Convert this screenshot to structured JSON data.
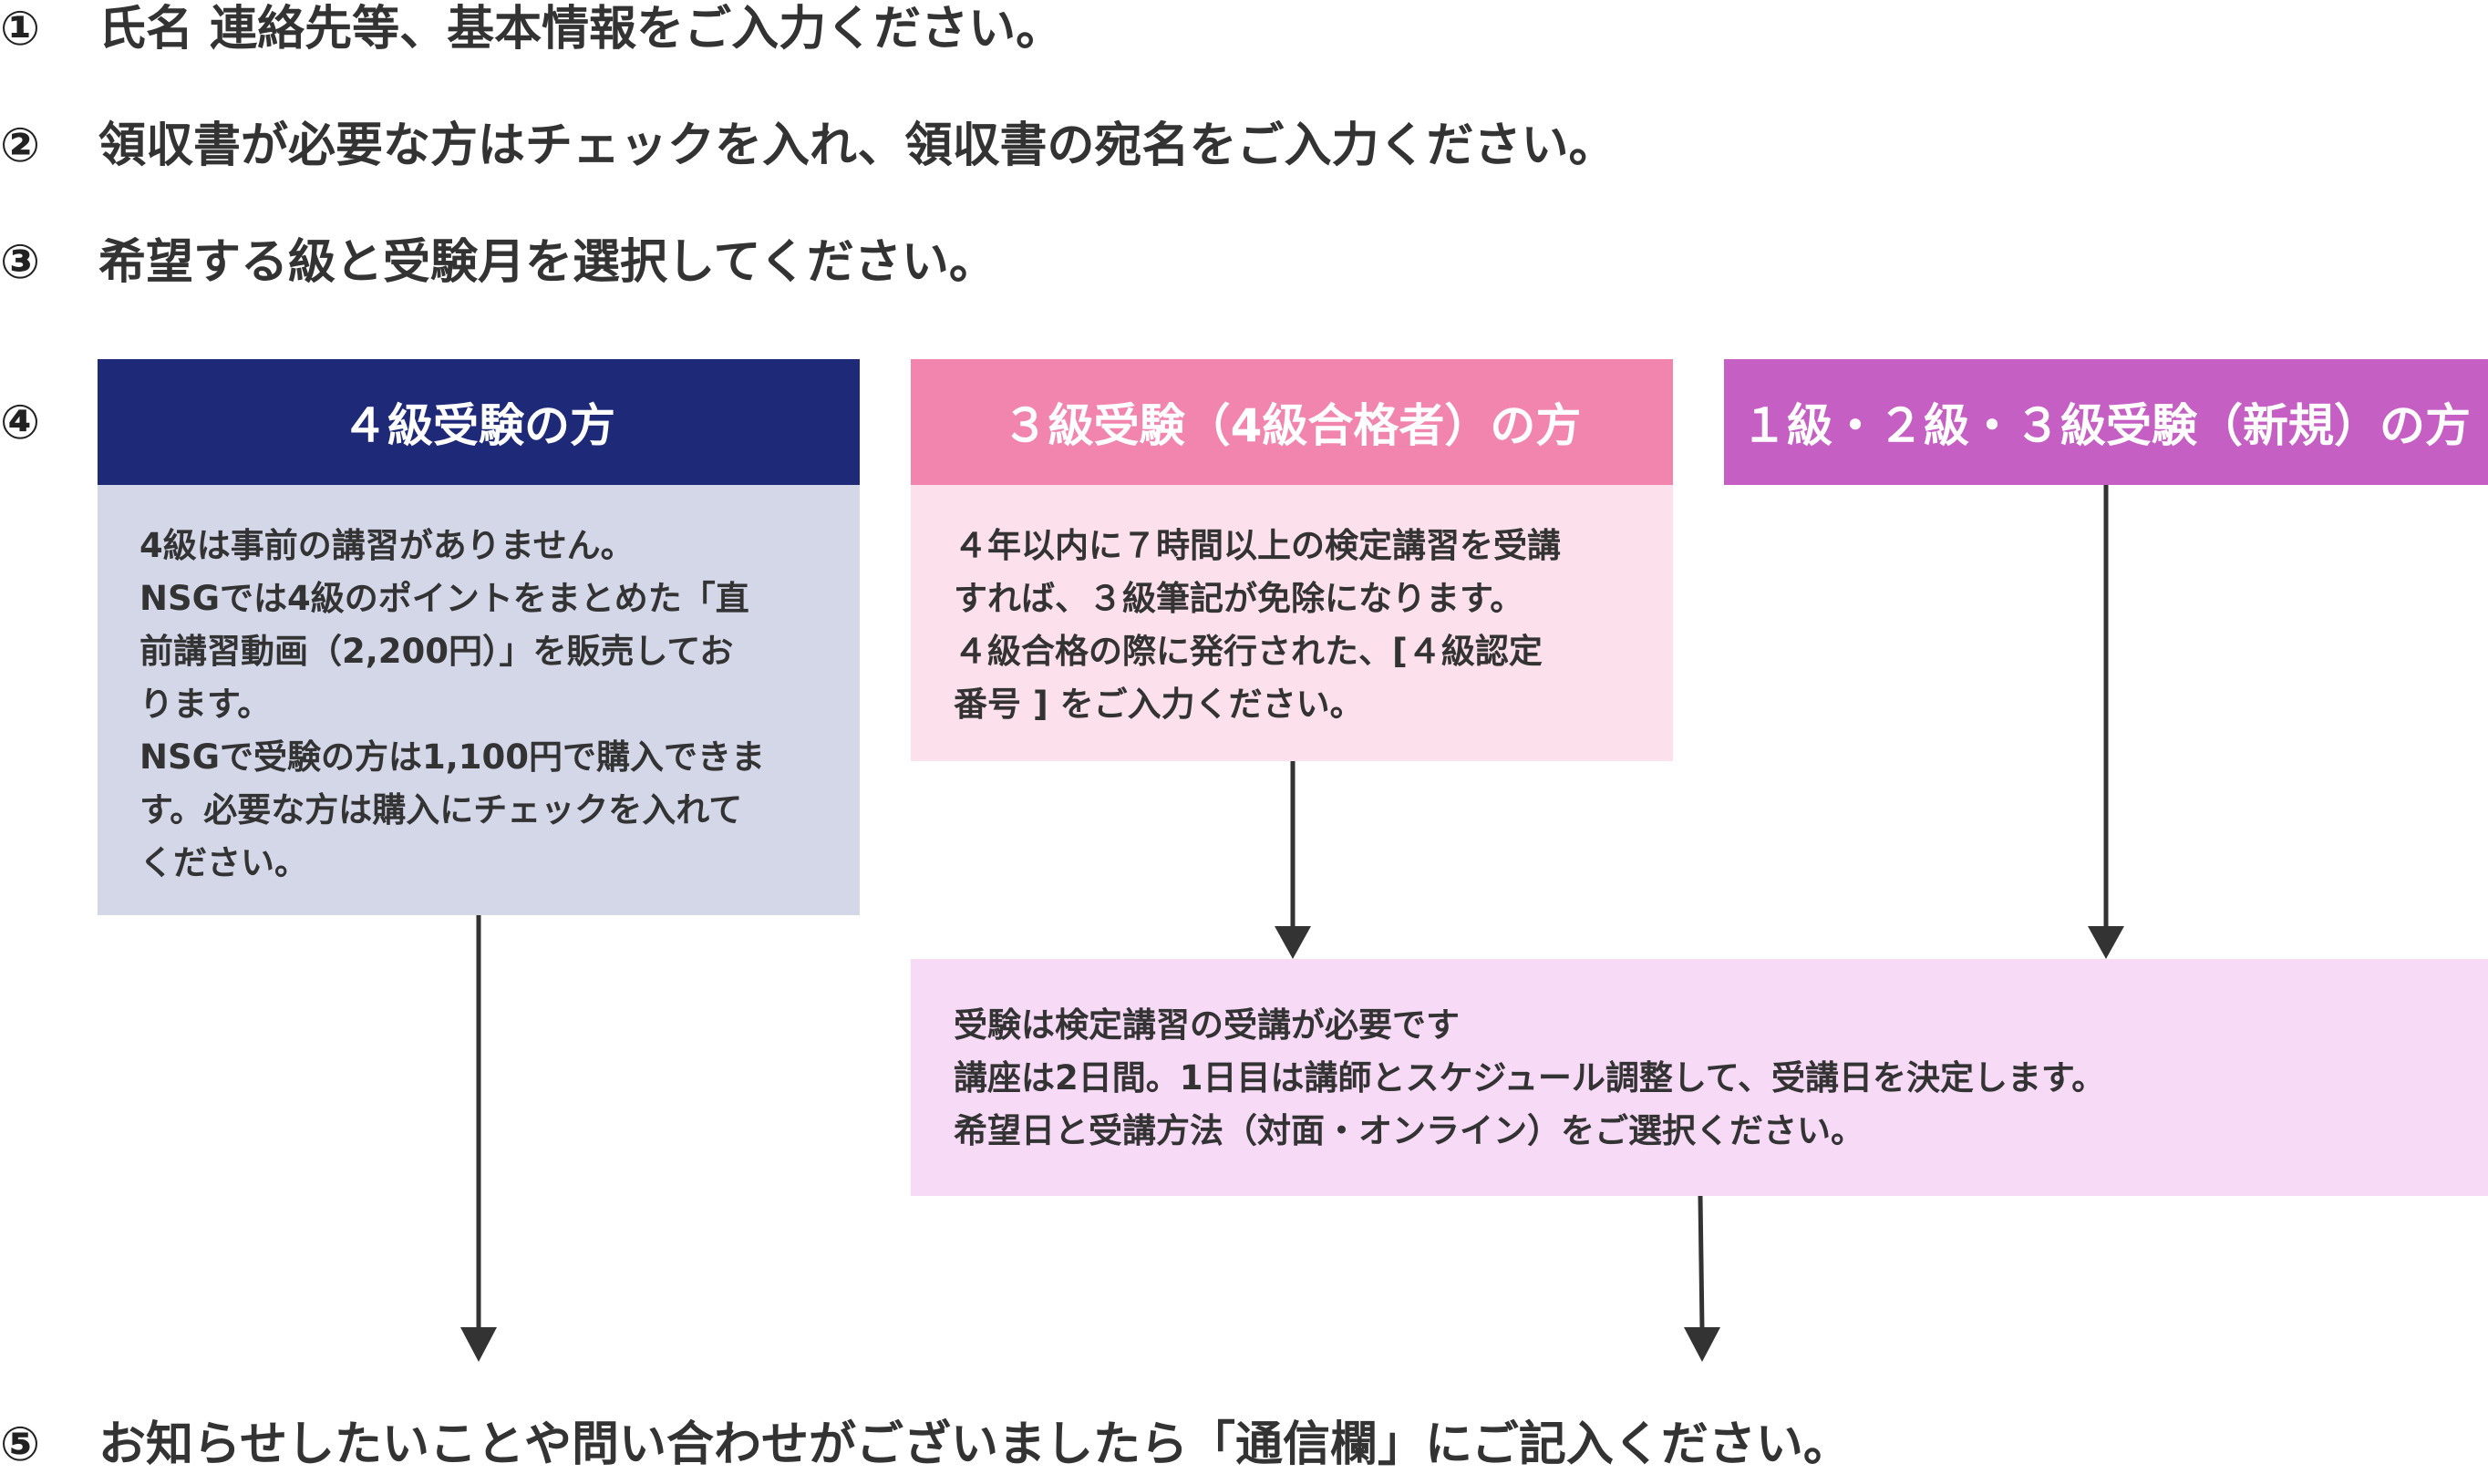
{
  "steps": [
    {
      "num": "①",
      "text": "氏名 連絡先等、基本情報をご入力ください。"
    },
    {
      "num": "②",
      "text": "領収書が必要な方はチェックを入れ、領収書の宛名をご入力ください。"
    },
    {
      "num": "③",
      "text": "希望する級と受験月を選択してください。"
    },
    {
      "num": "④"
    },
    {
      "num": "⑤",
      "text": "お知らせしたいことや問い合わせがございましたら「通信欄」にご記入ください。"
    }
  ],
  "boxes": {
    "grade4": {
      "title": "４級受験の方",
      "lines": [
        "4級は事前の講習がありません。",
        "NSGでは4級のポイントをまとめた「直",
        "前講習動画（2,200円）」を販売してお",
        "ります。",
        "NSGで受験の方は1,100円で購入できま",
        "す。必要な方は購入にチェックを入れて",
        "ください。"
      ]
    },
    "grade3_passed": {
      "title": "３級受験（4級合格者）の方",
      "lines": [
        "４年以内に７時間以上の検定講習を受講",
        "すれば、３級筆記が免除になります。",
        "４級合格の際に発行された、[４級認定",
        "番号 ] をご入力ください。"
      ]
    },
    "grade_new": {
      "title": "１級・２級・３級受験（新規）の方"
    },
    "course": {
      "lines": [
        "受験は検定講習の受講が必要です",
        "講座は2日間。1日目は講師とスケジュール調整して、受講日を決定します。",
        "希望日と受講方法（対面・オンライン）をご選択ください。"
      ]
    }
  },
  "colors": {
    "navy": "#1e2a78",
    "navy_light": "#d3d7e8",
    "pink": "#f285ad",
    "pink_light": "#fce1ec",
    "purple": "#c55fc4",
    "lavender": "#f6daf6",
    "arrow": "#333333"
  }
}
